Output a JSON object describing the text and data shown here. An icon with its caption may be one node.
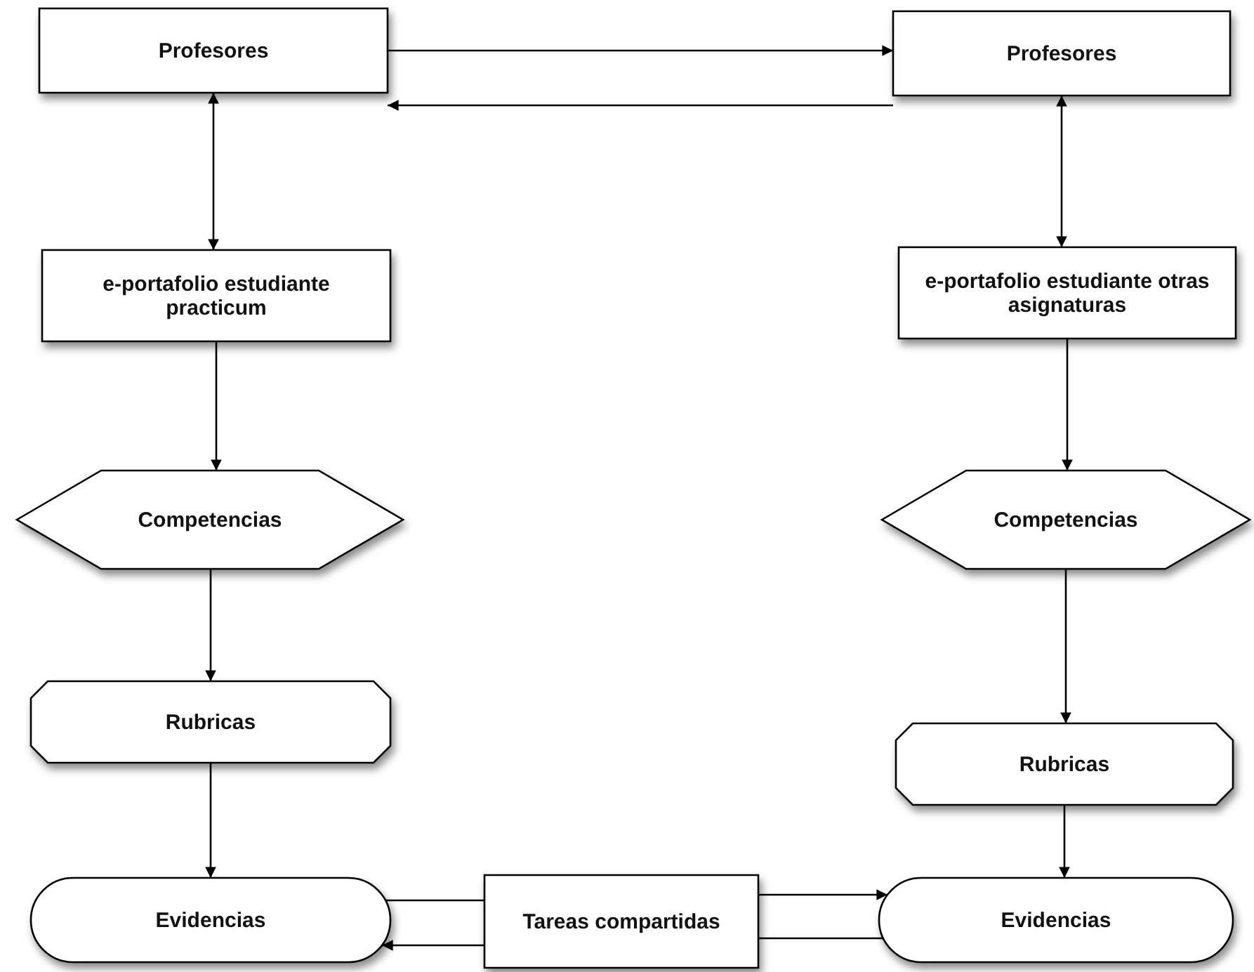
{
  "diagram": {
    "nodes": [
      {
        "text": [
          "Profesores"
        ]
      },
      {
        "text": [
          "Profesores"
        ]
      },
      {
        "text": [
          "e-portafolio estudiante practicum"
        ]
      },
      {
        "text": [
          "e-portafolio estudiante otras asignaturas"
        ]
      },
      {
        "text": [
          "Competencias"
        ]
      },
      {
        "text": [
          "Competencias"
        ]
      },
      {
        "text": [
          "Rubricas"
        ]
      },
      {
        "text": [
          "Rubricas"
        ]
      },
      {
        "text": [
          "Evidencias"
        ]
      },
      {
        "text": [
          "Tareas compartidas"
        ]
      },
      {
        "text": [
          "Evidencias"
        ]
      }
    ],
    "edges": [
      {
        "from": 0,
        "to": 1,
        "arrow": "to"
      },
      {
        "from": 1,
        "to": 0,
        "arrow": "to"
      },
      {
        "from": 0,
        "to": 2,
        "arrow": "both"
      },
      {
        "from": 1,
        "to": 3,
        "arrow": "both"
      },
      {
        "from": 2,
        "to": 4,
        "arrow": "to"
      },
      {
        "from": 3,
        "to": 5,
        "arrow": "to"
      },
      {
        "from": 4,
        "to": 6,
        "arrow": "to"
      },
      {
        "from": 5,
        "to": 7,
        "arrow": "to"
      },
      {
        "from": 6,
        "to": 8,
        "arrow": "to"
      },
      {
        "from": 7,
        "to": 10,
        "arrow": "to"
      },
      {
        "from": 8,
        "to": 9,
        "arrow": "none"
      },
      {
        "from": 9,
        "to": 10,
        "arrow": "to"
      },
      {
        "from": 10,
        "to": 9,
        "arrow": "none"
      },
      {
        "from": 9,
        "to": 8,
        "arrow": "to"
      }
    ]
  }
}
